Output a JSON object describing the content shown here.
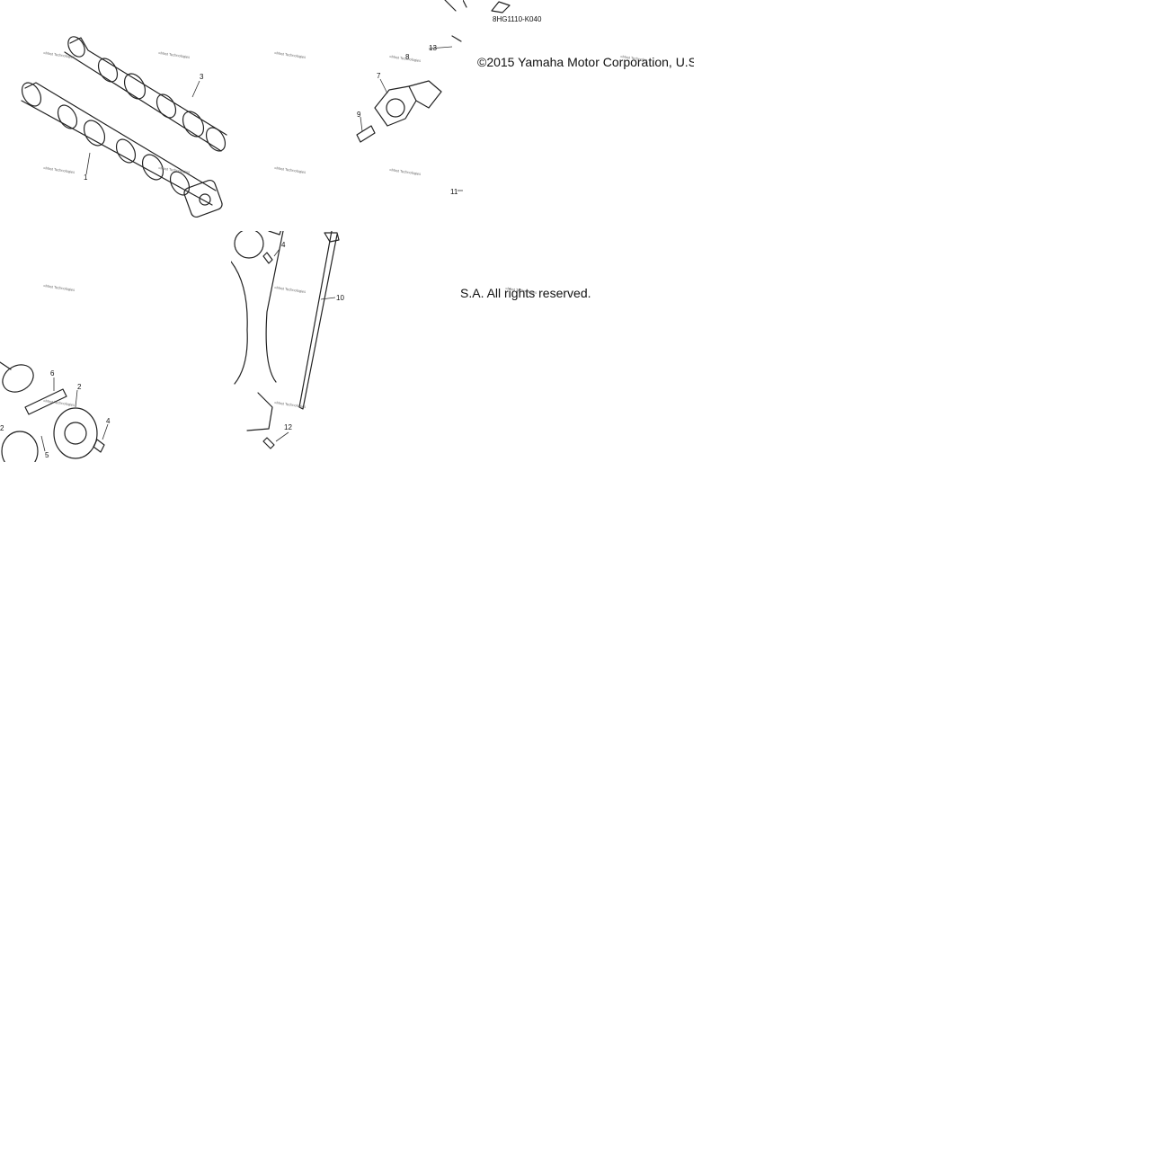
{
  "diagram": {
    "drawing_code": "8HG1110-K040",
    "watermark": "«Mast Technologies",
    "callouts": {
      "camshaft_1": "1",
      "camshaft_3": "3",
      "bracket_2": "2",
      "bolt_4": "4",
      "plate_5": "5",
      "guide_6": "6",
      "housing_7": "7",
      "gasket_8": "8",
      "bolt_9": "9",
      "guide_10": "10",
      "tensioner_11": "11",
      "bolt_12": "12",
      "bolt_13": "13"
    }
  },
  "copyright": {
    "line1": "©2015 Yamaha Motor Corporation, U.S",
    "line2": "S.A. All rights reserved."
  }
}
